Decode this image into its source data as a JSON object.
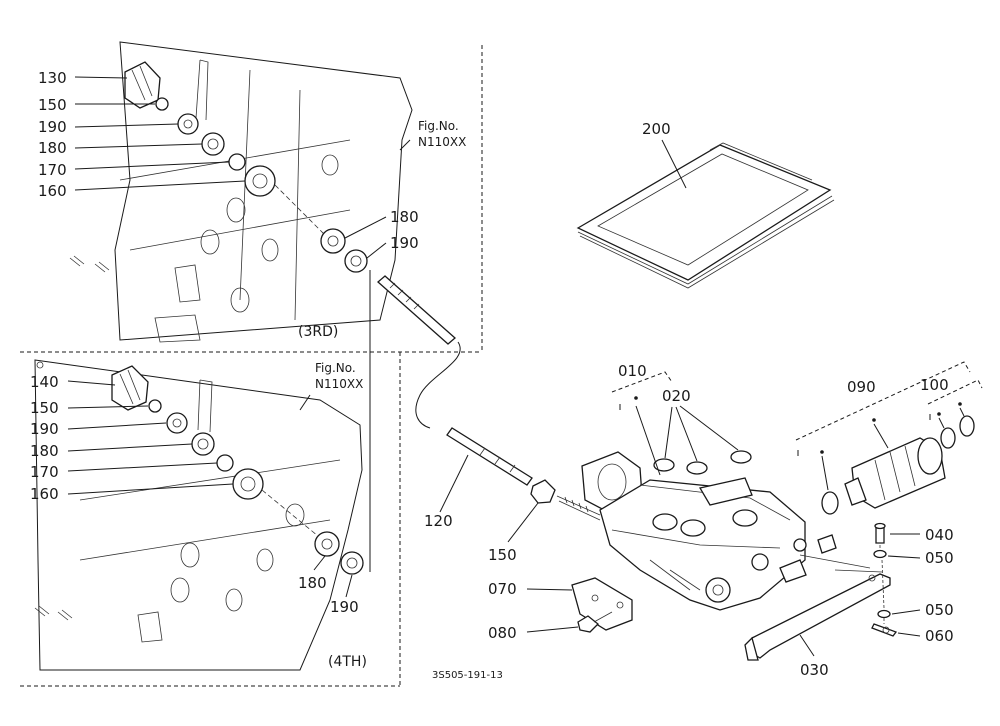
{
  "labels": {
    "p130": "130",
    "p150a": "150",
    "p190a": "190",
    "p180a": "180",
    "p170a": "170",
    "p160a": "160",
    "p180b": "180",
    "p190b": "190",
    "p140": "140",
    "p150b": "150",
    "p190c": "190",
    "p180c": "180",
    "p170b": "170",
    "p160b": "160",
    "p180d": "180",
    "p190d": "190",
    "p200": "200",
    "p010": "010",
    "p020": "020",
    "p090": "090",
    "p100": "100",
    "p120": "120",
    "p150c": "150",
    "p070": "070",
    "p080": "080",
    "p030": "030",
    "p040": "040",
    "p050a": "050",
    "p050b": "050",
    "p060": "060"
  },
  "fig_ref_top": {
    "line1": "Fig.No.",
    "line2": "N110XX"
  },
  "fig_ref_bottom": {
    "line1": "Fig.No.",
    "line2": "N110XX"
  },
  "variant_top": "(3RD)",
  "variant_bottom": "(4TH)",
  "drawing_code": "3S505-191-13"
}
